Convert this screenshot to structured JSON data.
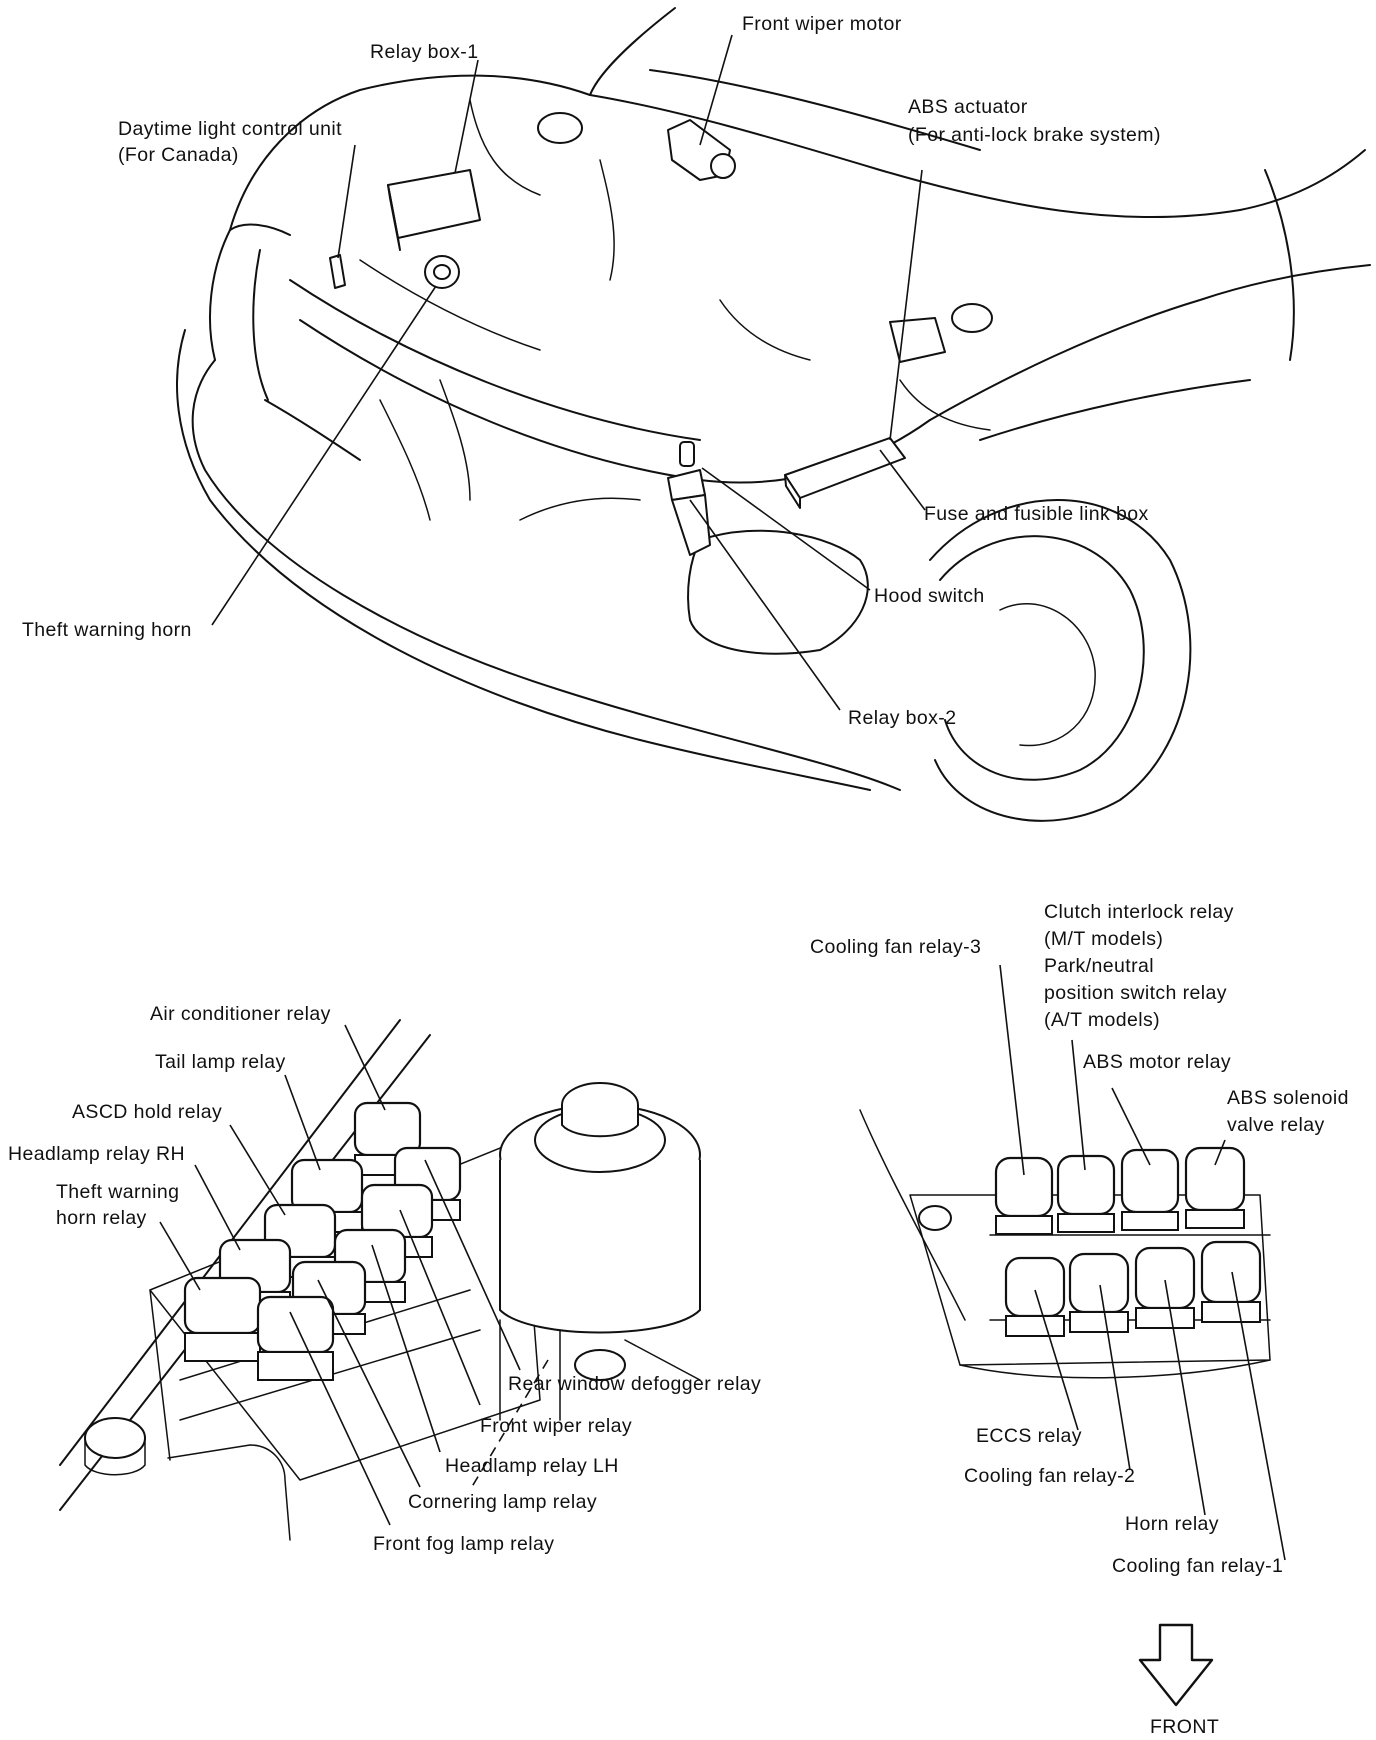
{
  "diagram": {
    "engine_compartment_labels": {
      "relay_box_1": "Relay box-1",
      "front_wiper_motor": "Front wiper motor",
      "daytime_light_control_unit": [
        "Daytime light control unit",
        "(For Canada)"
      ],
      "abs_actuator": [
        "ABS actuator",
        "(For anti-lock brake system)"
      ],
      "fuse_and_fusible_link_box": "Fuse and fusible link box",
      "hood_switch": "Hood switch",
      "theft_warning_horn": "Theft warning horn",
      "relay_box_2": "Relay box-2"
    },
    "relay_box_1_labels": {
      "air_conditioner_relay": "Air conditioner relay",
      "tail_lamp_relay": "Tail lamp relay",
      "ascd_hold_relay": "ASCD hold relay",
      "headlamp_relay_rh": "Headlamp relay RH",
      "theft_warning_horn_relay": [
        "Theft warning",
        "horn relay"
      ],
      "rear_window_defogger_relay": "Rear window defogger relay",
      "front_wiper_relay": "Front wiper relay",
      "headlamp_relay_lh": "Headlamp relay LH",
      "cornering_lamp_relay": "Cornering lamp relay",
      "front_fog_lamp_relay": "Front fog lamp relay"
    },
    "relay_box_2_labels": {
      "cooling_fan_relay_3": "Cooling fan relay-3",
      "clutch_interlock_relay": [
        "Clutch interlock relay",
        "(M/T models)",
        "Park/neutral",
        "position switch relay",
        "(A/T models)"
      ],
      "abs_motor_relay": "ABS motor relay",
      "abs_solenoid_valve_relay": [
        "ABS solenoid",
        "valve relay"
      ],
      "eccs_relay": "ECCS relay",
      "cooling_fan_relay_2": "Cooling fan relay-2",
      "horn_relay": "Horn relay",
      "cooling_fan_relay_1": "Cooling fan relay-1"
    },
    "front_arrow_label": "FRONT"
  }
}
